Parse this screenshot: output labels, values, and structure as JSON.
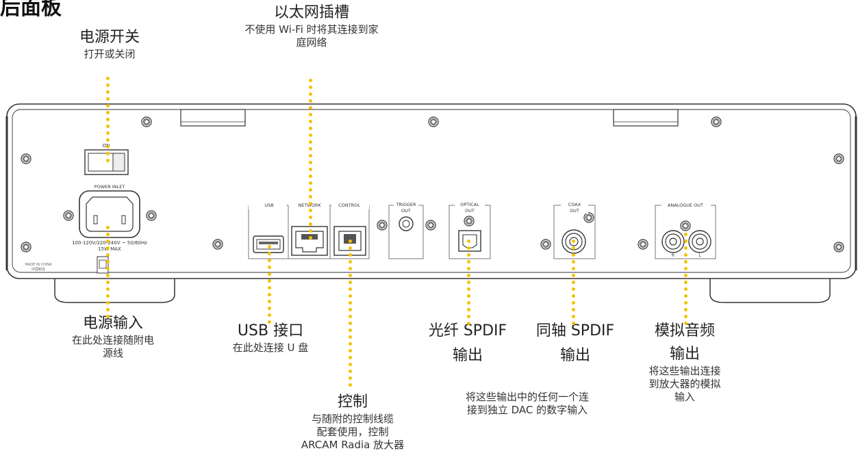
{
  "page_title": "后面板",
  "labels": {
    "power_switch": {
      "title": "电源开关",
      "desc": "打开或关闭"
    },
    "ethernet": {
      "title": "以太网插槽",
      "desc1": "不使用 Wi-Fi 时将其连接到家",
      "desc2": "庭网络"
    },
    "power_input": {
      "title": "电源输入",
      "desc1": "在此处连接随附电",
      "desc2": "源线"
    },
    "usb": {
      "title": "USB 接口",
      "desc": "在此处连接 U 盘"
    },
    "optical": {
      "title1": "光纤 SPDIF",
      "title2": "输出"
    },
    "coax": {
      "title1": "同轴 SPDIF",
      "title2": "输出"
    },
    "analogue": {
      "title1": "模拟音频",
      "title2": "输出",
      "desc1": "将这些输出连接",
      "desc2": "到放大器的模拟",
      "desc3": "输入"
    },
    "digital_note": {
      "line1": "将这些输出中的任何一个连",
      "line2": "接到独立 DAC 的数字输入"
    },
    "control": {
      "title": "控制",
      "desc1": "与随附的控制线缆",
      "desc2": "配套使用，控制",
      "desc3": "ARCAM Radia 放大器"
    }
  },
  "panel_text": {
    "on": "ON",
    "power_inlet": "POWER INLET",
    "voltage": "100-120V/220-240V ~ 50/60Hz",
    "max": "15W MAX",
    "made_in": "MADE IN CHINA",
    "made_in_cn": "中国制造",
    "usb": "USB",
    "network": "NETWORK",
    "control": "CONTROL",
    "trigger1": "TRIGGER",
    "trigger2": "OUT",
    "optical1": "OPTICAL",
    "optical2": "OUT",
    "coax1": "COAX",
    "coax2": "OUT",
    "analogue": "ANALOGUE OUT",
    "r": "R",
    "l": "L"
  },
  "colors": {
    "leader_dots": "#f2c200",
    "panel_line": "#333333",
    "panel_fill": "#ffffff"
  }
}
